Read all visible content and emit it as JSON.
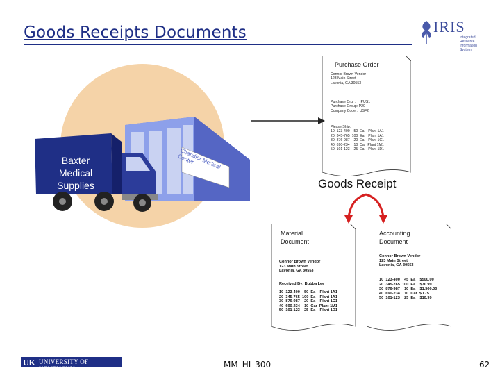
{
  "slide": {
    "title": "Goods Receipts Documents",
    "logo_text": "IRIS",
    "logo_sub": "Integrated Resource Information System",
    "truck_label": "Baxter Medical Supplies",
    "building_sign": "Chandler Medical Center",
    "goods_receipt_label": "Goods Receipt",
    "footer_center": "MM_HI_300",
    "page_number": "62",
    "uk_logo": "UNIVERSITY OF KENTUCKY",
    "uk_logo_mark": "UK"
  },
  "purchase_order": {
    "title": "Purchase Order",
    "vendor": "Connor Brown Vendor\n123 Main Street\nLavonia, GA 30553",
    "org": "Purchase Org. :     PUS1\nPurchase Group: P20\nCompany Code :  USF2",
    "lines": "Please Ship:\n10  123-400    50  Ea    Plant 1A1\n20  345-765  100  Ea    Plant 1A1\n30  876-987    20  Ea    Plant 1C1\n40  690-234    10  Car  Plant 1M1\n50  101-123    25  Ea    Plant 1D1"
  },
  "material_document": {
    "title": "Material\nDocument",
    "vendor": "Connor Brown Vendor\n123 Main Street\nLavonia, GA 30553",
    "received_by": "Received By: Bubba Lee",
    "lines": "10  123-400    50  Ea    Plant 1A1\n20  345-765  100  Ea    Plant 1A1\n30  876-987    20  Ea    Plant 1C1\n40  690-234    10  Car  Plant 1M1\n50  101-123    25  Ea    Plant 1D1"
  },
  "accounting_document": {
    "title": "Accounting\nDocument",
    "vendor": "Connor Brown Vendor\n123 Main Street\nLavonia, GA 30553",
    "lines": "10  123-400    45  Ea    $500.00\n20  345-765  100  Ea    $70.99\n30  876-987    10  Ea    $1,500.00\n40  690-234    10  Car  $0.75\n50  101-123    25  Ea    $10.99"
  },
  "colors": {
    "title": "#1f2f86",
    "truck_body": "#1f2f86",
    "building": "#5a6fd0",
    "arrow_red": "#d62020",
    "sun": "#f5d3a8"
  }
}
